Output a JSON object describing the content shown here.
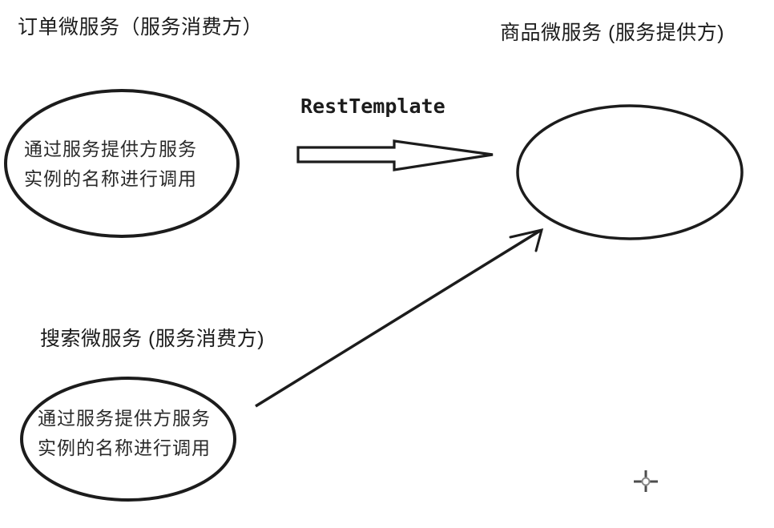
{
  "diagram": {
    "colors": {
      "bg": "#ffffff",
      "ink": "#1c1c1c",
      "crosshair": "#4d4d4d"
    },
    "labels": {
      "order_service": "订单微服务（服务消费方）",
      "product_service": "商品微服务 (服务提供方)",
      "search_service": "搜索微服务 (服务消费方)",
      "arrow": "RestTemplate"
    },
    "order_ellipse": {
      "line1": "通过服务提供方服务",
      "line2": "实例的名称进行调用"
    },
    "search_ellipse": {
      "line1": "通过服务提供方服务",
      "line2": "实例的名称进行调用"
    }
  }
}
